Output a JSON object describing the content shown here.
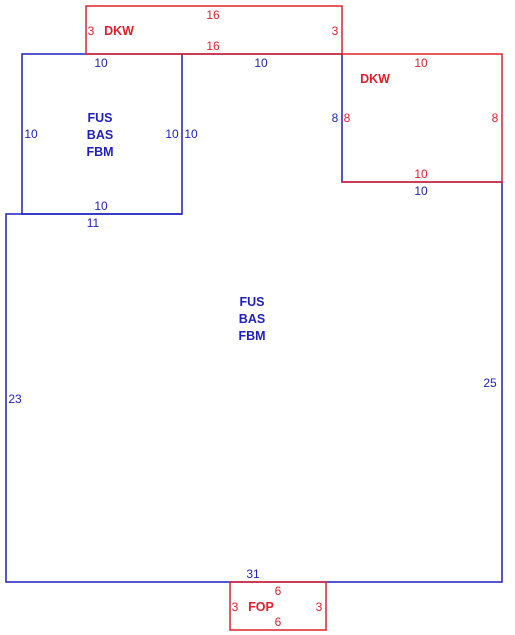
{
  "colors": {
    "living": "#1f1fbf",
    "exterior": "#e0202a"
  },
  "areas": {
    "upper_left_room": {
      "codes": [
        "FUS",
        "BAS",
        "FBM"
      ],
      "dims": {
        "top": "10",
        "bottom": "10",
        "left": "10",
        "right": "10",
        "right_outer": "10"
      }
    },
    "main_body": {
      "codes": [
        "FUS",
        "BAS",
        "FBM"
      ],
      "dims": {
        "top_left": "11",
        "top_mid": "10",
        "top_right": "10",
        "left": "23",
        "right": "25",
        "bottom": "31"
      }
    },
    "top_deck": {
      "code": "DKW",
      "dims": {
        "top": "16",
        "bottom": "16",
        "left": "3",
        "right": "3"
      }
    },
    "right_deck": {
      "code": "DKW",
      "dims": {
        "top": "10",
        "bottom": "10",
        "left_outer": "8",
        "left_inner": "8",
        "right": "8"
      }
    },
    "porch": {
      "code": "FOP",
      "dims": {
        "top": "6",
        "bottom": "6",
        "left": "3",
        "right": "3"
      }
    }
  }
}
